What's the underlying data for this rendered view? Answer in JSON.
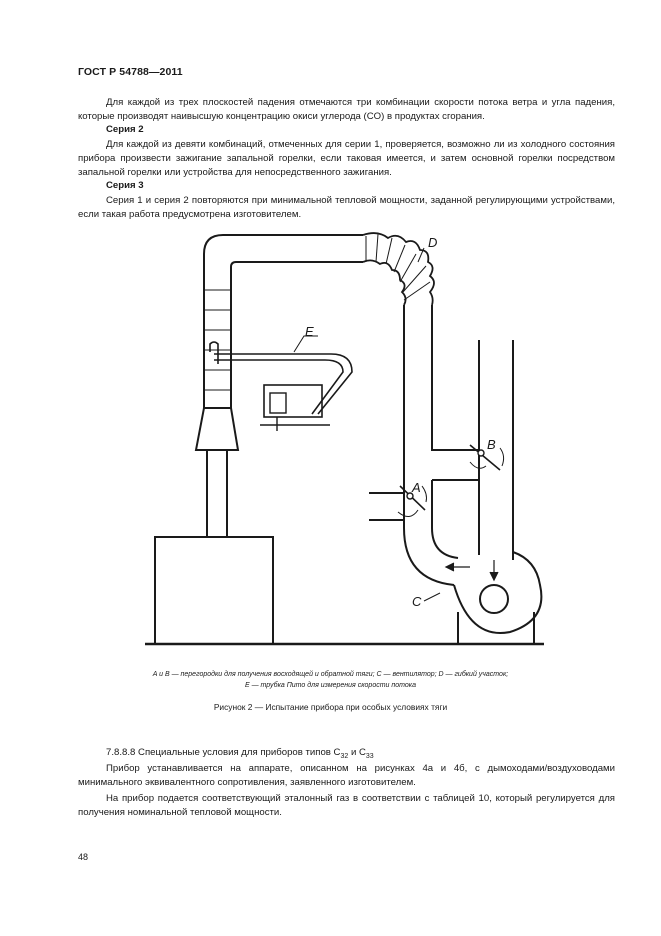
{
  "header": {
    "standard": "ГОСТ Р 54788—2011"
  },
  "paragraphs": {
    "p1": "Для каждой из трех плоскостей падения отмечаются три комбинации скорости потока ветра и угла падения, которые производят наивысшую концентрацию окиси углерода (CO) в продуктах сгорания.",
    "series2_title": "Серия 2",
    "p2": "Для каждой из девяти комбинаций, отмеченных для серии 1, проверяется, возможно ли из холодного состояния прибора произвести зажигание запальной горелки, если таковая имеется, и затем основной горелки посредством запальной горелки или устройства для непосредственного зажигания.",
    "series3_title": "Серия 3",
    "p3": "Серия 1 и серия 2 повторяются при минимальной тепловой мощности, заданной регулирующими устройствами, если такая работа предусмотрена изготовителем."
  },
  "figure": {
    "labels": {
      "A": "A",
      "B": "B",
      "C": "C",
      "D": "D",
      "E": "E"
    },
    "legend_line1": "A и B — перегородки для получения восходящей и обратной тяги; C — вентилятор; D — гибкий участок;",
    "legend_line2": "E — трубка Пито для измерения скорости потока",
    "caption": "Рисунок 2 — Испытание прибора при особых условиях тяги"
  },
  "section": {
    "number": "7.8.8.8",
    "title_prefix": "Специальные условия для приборов типов C",
    "sub1": "32",
    "and": " и C",
    "sub2": "33",
    "p4": "Прибор устанавливается на аппарате, описанном на рисунках 4а и 4б, с дымоходами/воздуховодами минимального эквивалентного сопротивления, заявленного изготовителем.",
    "p5": "На прибор подается соответствующий эталонный газ в соответствии с таблицей 10, который регулируется для получения номинальной тепловой мощности."
  },
  "footer": {
    "page_number": "48"
  }
}
